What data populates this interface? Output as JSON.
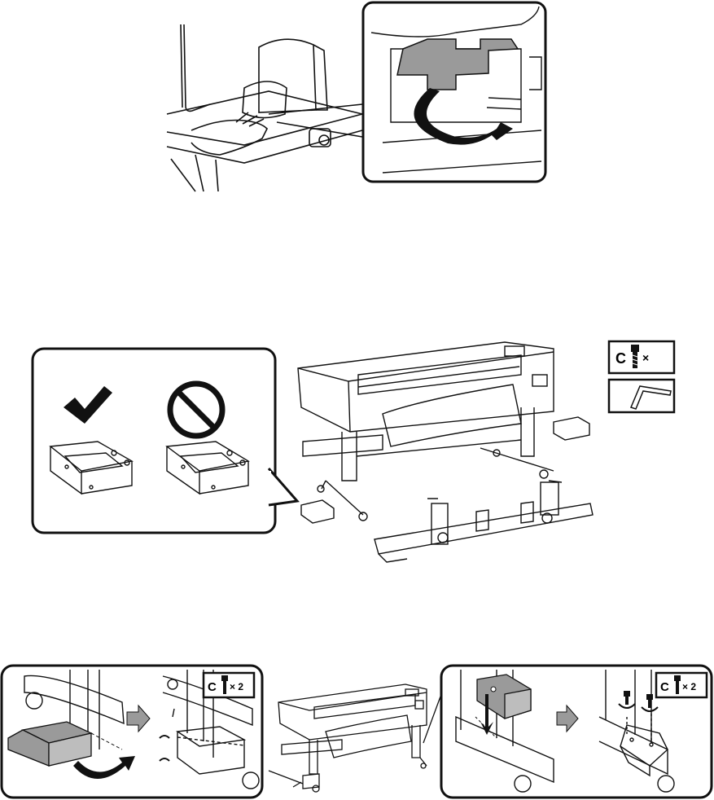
{
  "figure1": {
    "scene": "hand-releasing-lever",
    "callout": "bracket-lift-arrow"
  },
  "figure2": {
    "good_icon": "check-mark-icon",
    "bad_icon": "prohibited-icon",
    "parts_badge": {
      "screw_letter": "C",
      "multiplier": "×",
      "tool": "hex-key-icon"
    }
  },
  "figure3": {
    "left_badge": {
      "screw_letter": "C",
      "multiplier": "× 2"
    },
    "right_badge": {
      "screw_letter": "C",
      "multiplier": "× 2"
    },
    "step_arrow_icon": "right-arrow-icon"
  },
  "colors": {
    "line": "#111111",
    "fill_grey": "#9a9a9a",
    "panel_bg": "#ffffff"
  }
}
